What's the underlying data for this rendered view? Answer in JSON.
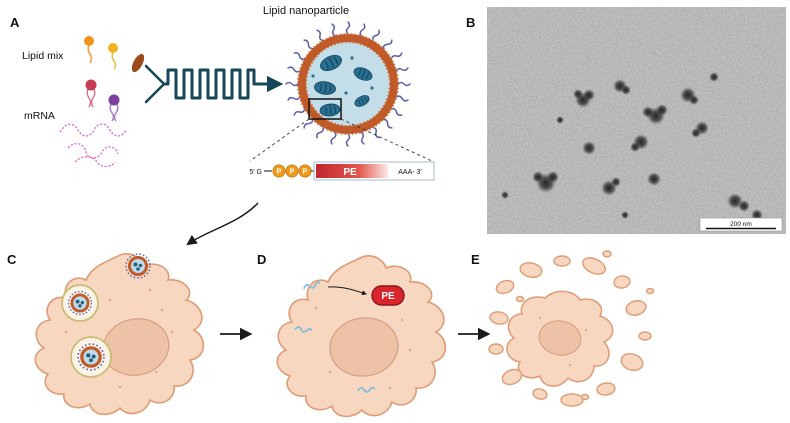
{
  "figure": {
    "panel_a": {
      "label": "A",
      "lipid_mix_label": "Lipid mix",
      "mrna_label": "mRNA",
      "lnp_title": "Lipid nanoparticle",
      "construct": {
        "five_prime": "5′ G",
        "phosphates": [
          "P",
          "P",
          "P"
        ],
        "gene": "PE",
        "three_prime": "AAA- 3′"
      }
    },
    "panel_b": {
      "label": "B",
      "scale_bar_text": "200 nm"
    },
    "panel_c": {
      "label": "C"
    },
    "panel_d": {
      "label": "D",
      "expressed_protein": "PE"
    },
    "panel_e": {
      "label": "E"
    },
    "colors": {
      "background": "#ffffff",
      "lnp_membrane_orange": "#c05a28",
      "lnp_interior_blue": "#c3dde9",
      "peg_fringe_purple": "#5c60aa",
      "mrna_blob_blue": "#2a6f91",
      "mrna_strand_pink": "#db6ec5",
      "channel_teal": "#16465a",
      "pe_red": "#c1272d",
      "phosphate_orange": "#f09b1d",
      "cell_fill": "#f8d7c1",
      "cell_outline": "#de9b74",
      "nucleus_fill": "#eec2a6",
      "endosome_outline": "#c9bc72"
    }
  }
}
